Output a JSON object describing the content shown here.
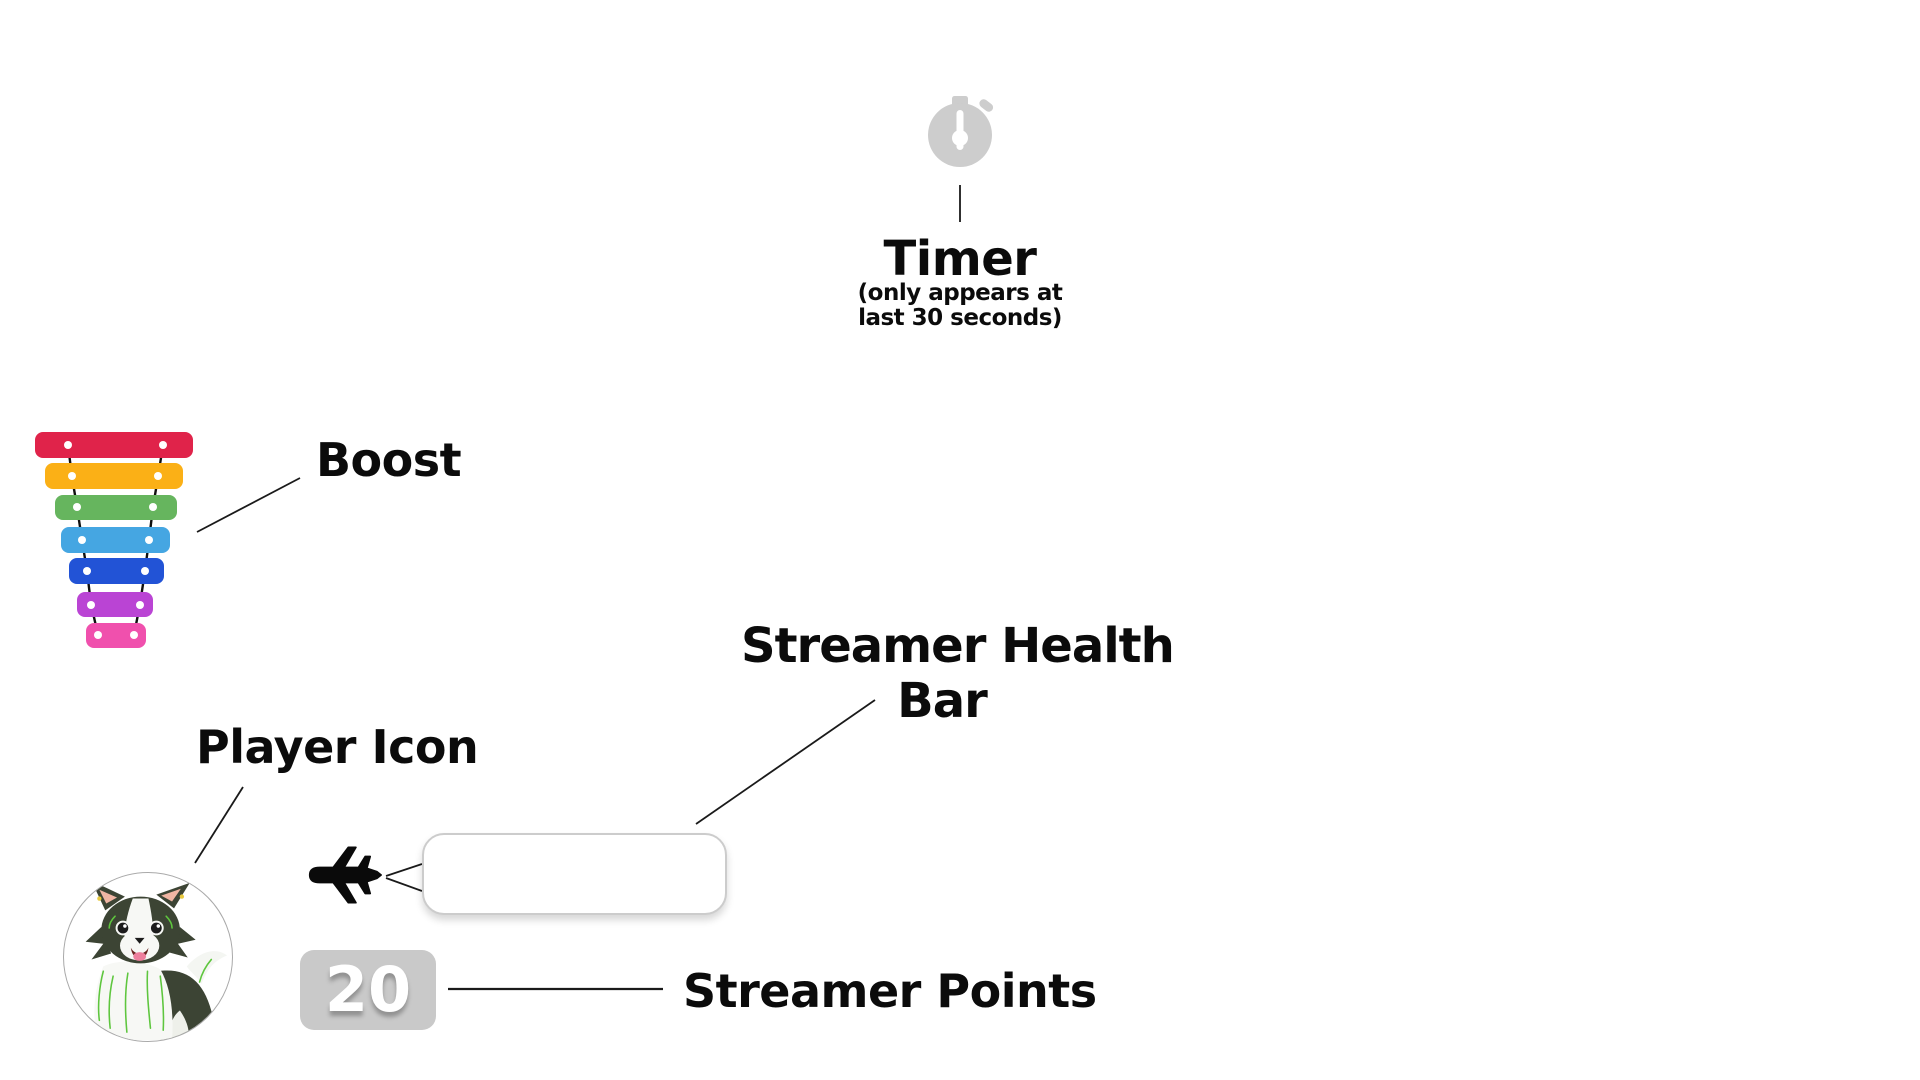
{
  "background": "#ffffff",
  "timer": {
    "icon": "stopwatch",
    "icon_color": "#cdcdcd",
    "label": "Timer",
    "note_line1": "(only appears at",
    "note_line2": "last 30 seconds)"
  },
  "boost": {
    "label": "Boost",
    "icon": "xylophone",
    "bar_colors": [
      "#e0234a",
      "#fbb016",
      "#66b55e",
      "#45a6e2",
      "#2253d6",
      "#ba44d4",
      "#f050ad"
    ]
  },
  "player": {
    "label": "Player Icon",
    "avatar": "dog-avatar"
  },
  "plane": {
    "icon": "plane",
    "color": "#0a0a0a"
  },
  "health_bar": {
    "label_line1": "Streamer Health",
    "label_line2": "Bar"
  },
  "streamer_points": {
    "label": "Streamer Points",
    "value": "20",
    "badge_color": "#c9c9c9"
  }
}
